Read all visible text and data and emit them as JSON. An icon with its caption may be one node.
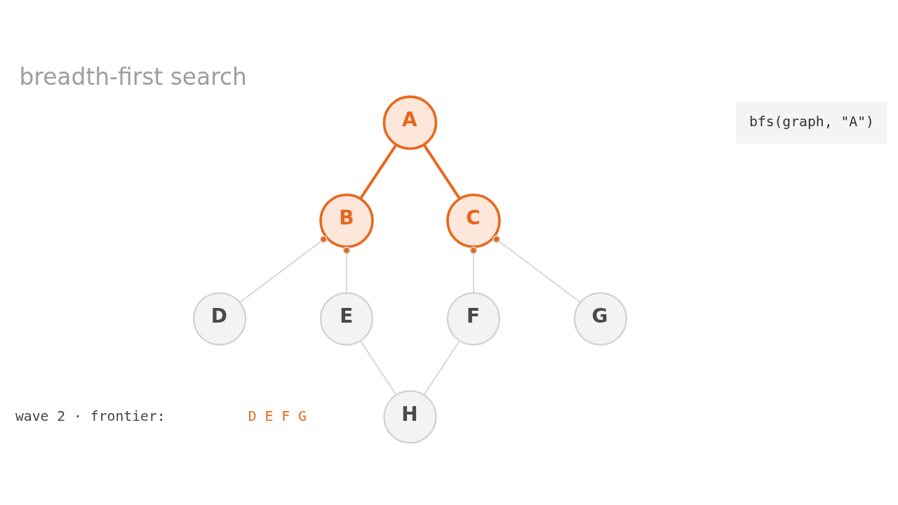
{
  "diagram": {
    "title": "breadth-first search",
    "nodes": [
      {
        "text": [
          "A"
        ]
      },
      {
        "text": [
          "B"
        ]
      },
      {
        "text": [
          "C"
        ]
      },
      {
        "text": [
          "D"
        ]
      },
      {
        "text": [
          "E"
        ]
      },
      {
        "text": [
          "F"
        ]
      },
      {
        "text": [
          "G"
        ]
      },
      {
        "text": [
          "H"
        ]
      }
    ],
    "edges": [
      {
        "from": 0,
        "to": 1,
        "arrow": "none",
        "style": "thick",
        "color": "#e8671c"
      },
      {
        "from": 0,
        "to": 2,
        "arrow": "none",
        "style": "thick",
        "color": "#e8671c"
      },
      {
        "from": 1,
        "to": 3,
        "arrow": "other"
      },
      {
        "from": 1,
        "to": 4,
        "arrow": "other"
      },
      {
        "from": 2,
        "to": 5,
        "arrow": "other"
      },
      {
        "from": 2,
        "to": 6,
        "arrow": "other"
      },
      {
        "from": 4,
        "to": 7,
        "arrow": "none"
      },
      {
        "from": 5,
        "to": 7,
        "arrow": "none"
      }
    ],
    "labels": [
      "bfs(graph, \"A\")",
      "wave 2 · frontier:",
      "D E F G"
    ]
  }
}
